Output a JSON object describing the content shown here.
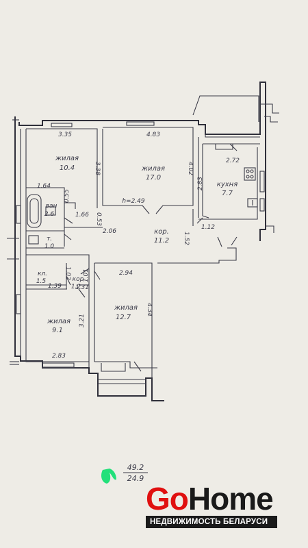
{
  "rooms": {
    "living_1": {
      "name": "жилая",
      "area": "10.4"
    },
    "living_2": {
      "name": "жилая",
      "area": "17.0"
    },
    "kitchen": {
      "name": "кухня",
      "area": "7.7"
    },
    "bath": {
      "name": "ван",
      "area": "2.6"
    },
    "toilet": {
      "name": "т.",
      "area": "1.0"
    },
    "corridor": {
      "name": "кор.",
      "area": "11.2"
    },
    "pantry": {
      "name": "кл.",
      "area": "1.5"
    },
    "corridor_small": {
      "name": "кор",
      "area": "1.2"
    },
    "living_3": {
      "name": "жилая",
      "area": "9.1"
    },
    "living_4": {
      "name": "жилая",
      "area": "12.7"
    }
  },
  "dimensions": {
    "d1": "3.35",
    "d2": "4.83",
    "d3": "3.38",
    "d4": "4.02",
    "d5": "2.72",
    "d6": "2.83",
    "d7": "1.64",
    "d8": "0.55",
    "d9": "1.66",
    "d10": "0.53",
    "d11": "2.06",
    "d12": "1.12",
    "d13": "1.52",
    "d14": "1.02",
    "d15": "1.01",
    "d16": "1.39",
    "d17": "1.31",
    "d18": "2.94",
    "d19": "3.21",
    "d20": "4.34",
    "d21": "2.83"
  },
  "ceiling_height": "h=2.49",
  "totals": {
    "top": "49.2",
    "bottom": "24.9"
  },
  "brand": {
    "go": "Go",
    "home": "Home",
    "tagline": "НЕДВИЖИМОСТЬ БЕЛАРУСИ"
  },
  "colors": {
    "brand_red": "#e01010",
    "marker_green": "#22e07a"
  }
}
